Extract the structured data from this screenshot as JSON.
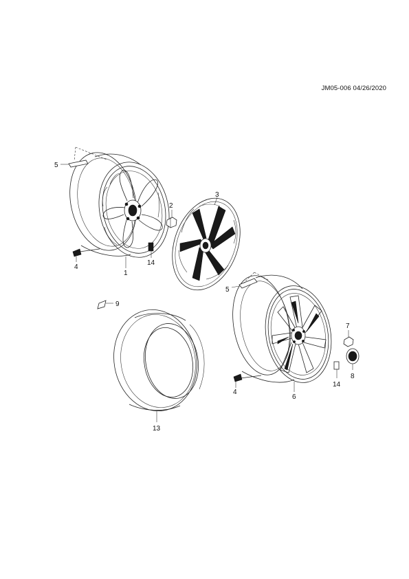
{
  "document_id": "JM05-006 04/26/2020",
  "callouts": {
    "c1": "1",
    "c2": "2",
    "c3": "3",
    "c4a": "4",
    "c4b": "4",
    "c5a": "5",
    "c5b": "5",
    "c6": "6",
    "c7": "7",
    "c8": "8",
    "c9": "9",
    "c13": "13",
    "c14a": "14",
    "c14b": "14"
  }
}
